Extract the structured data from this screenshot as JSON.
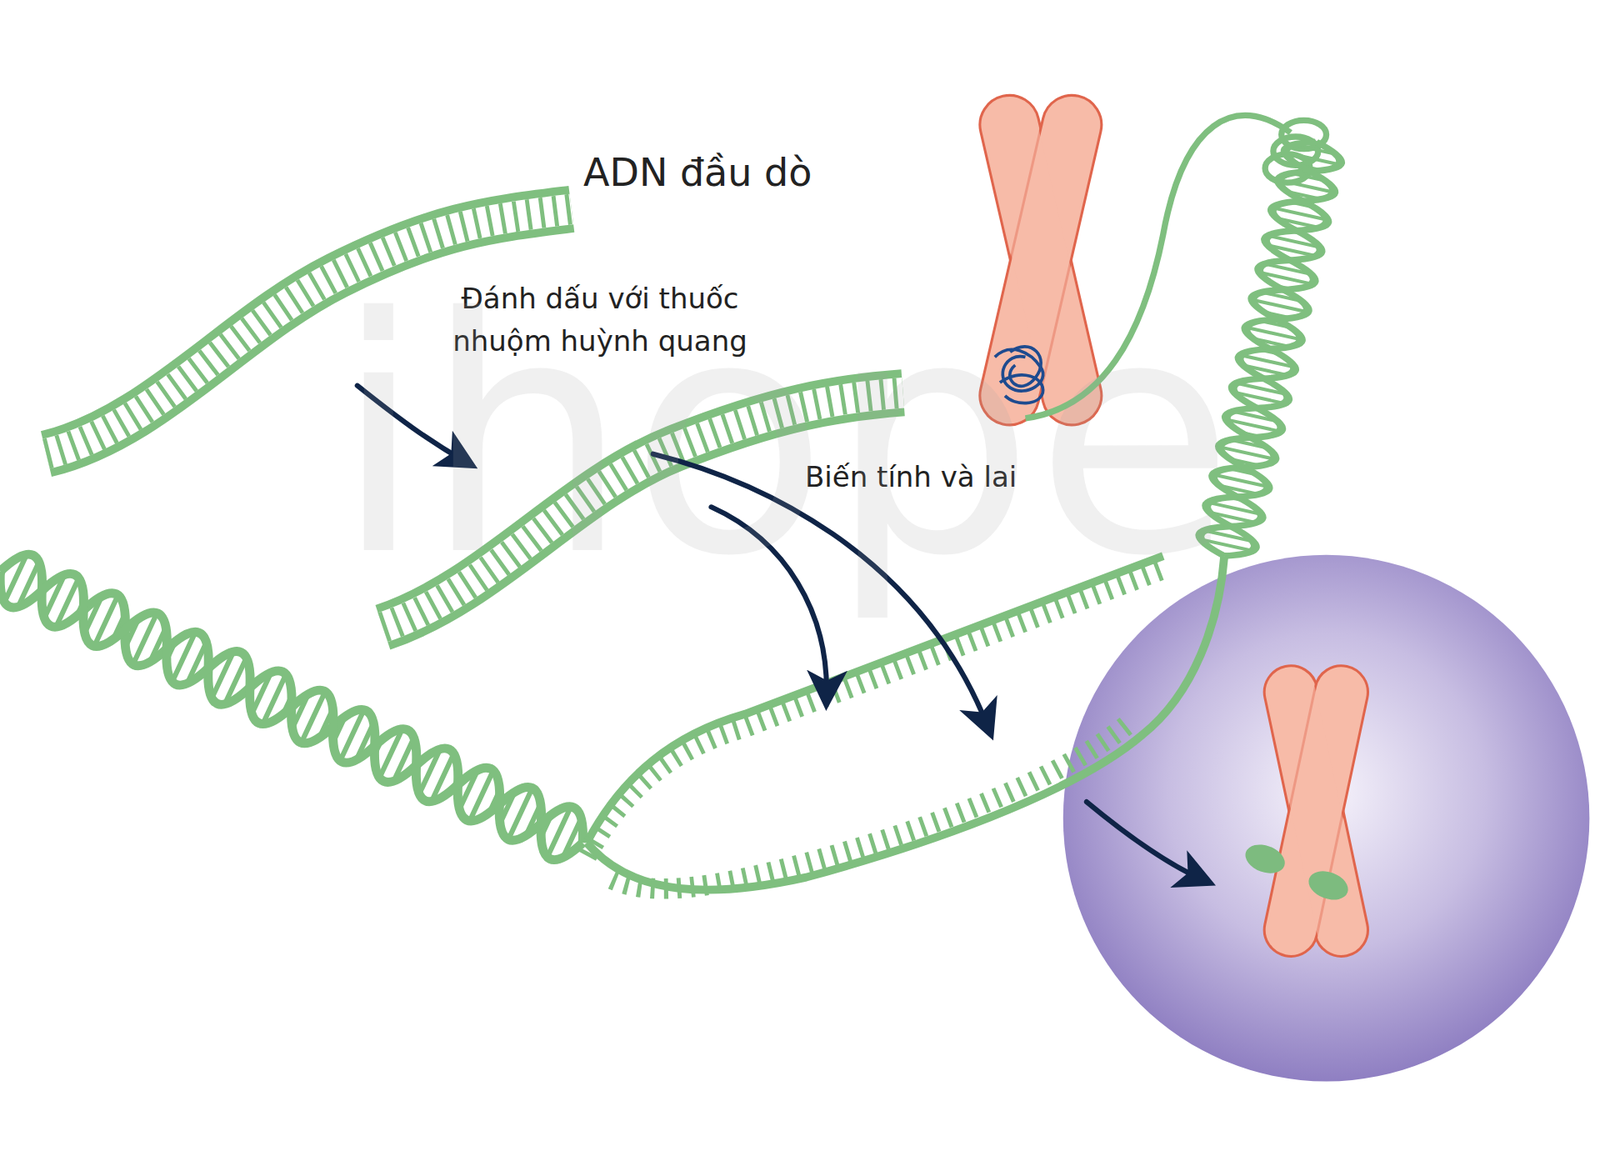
{
  "diagram": {
    "labels": [
      "ADN đầu dò",
      "Đánh dấu với thuốc nhuộm huỳnh quang",
      "Biến tính và lai",
      "ihope"
    ]
  }
}
